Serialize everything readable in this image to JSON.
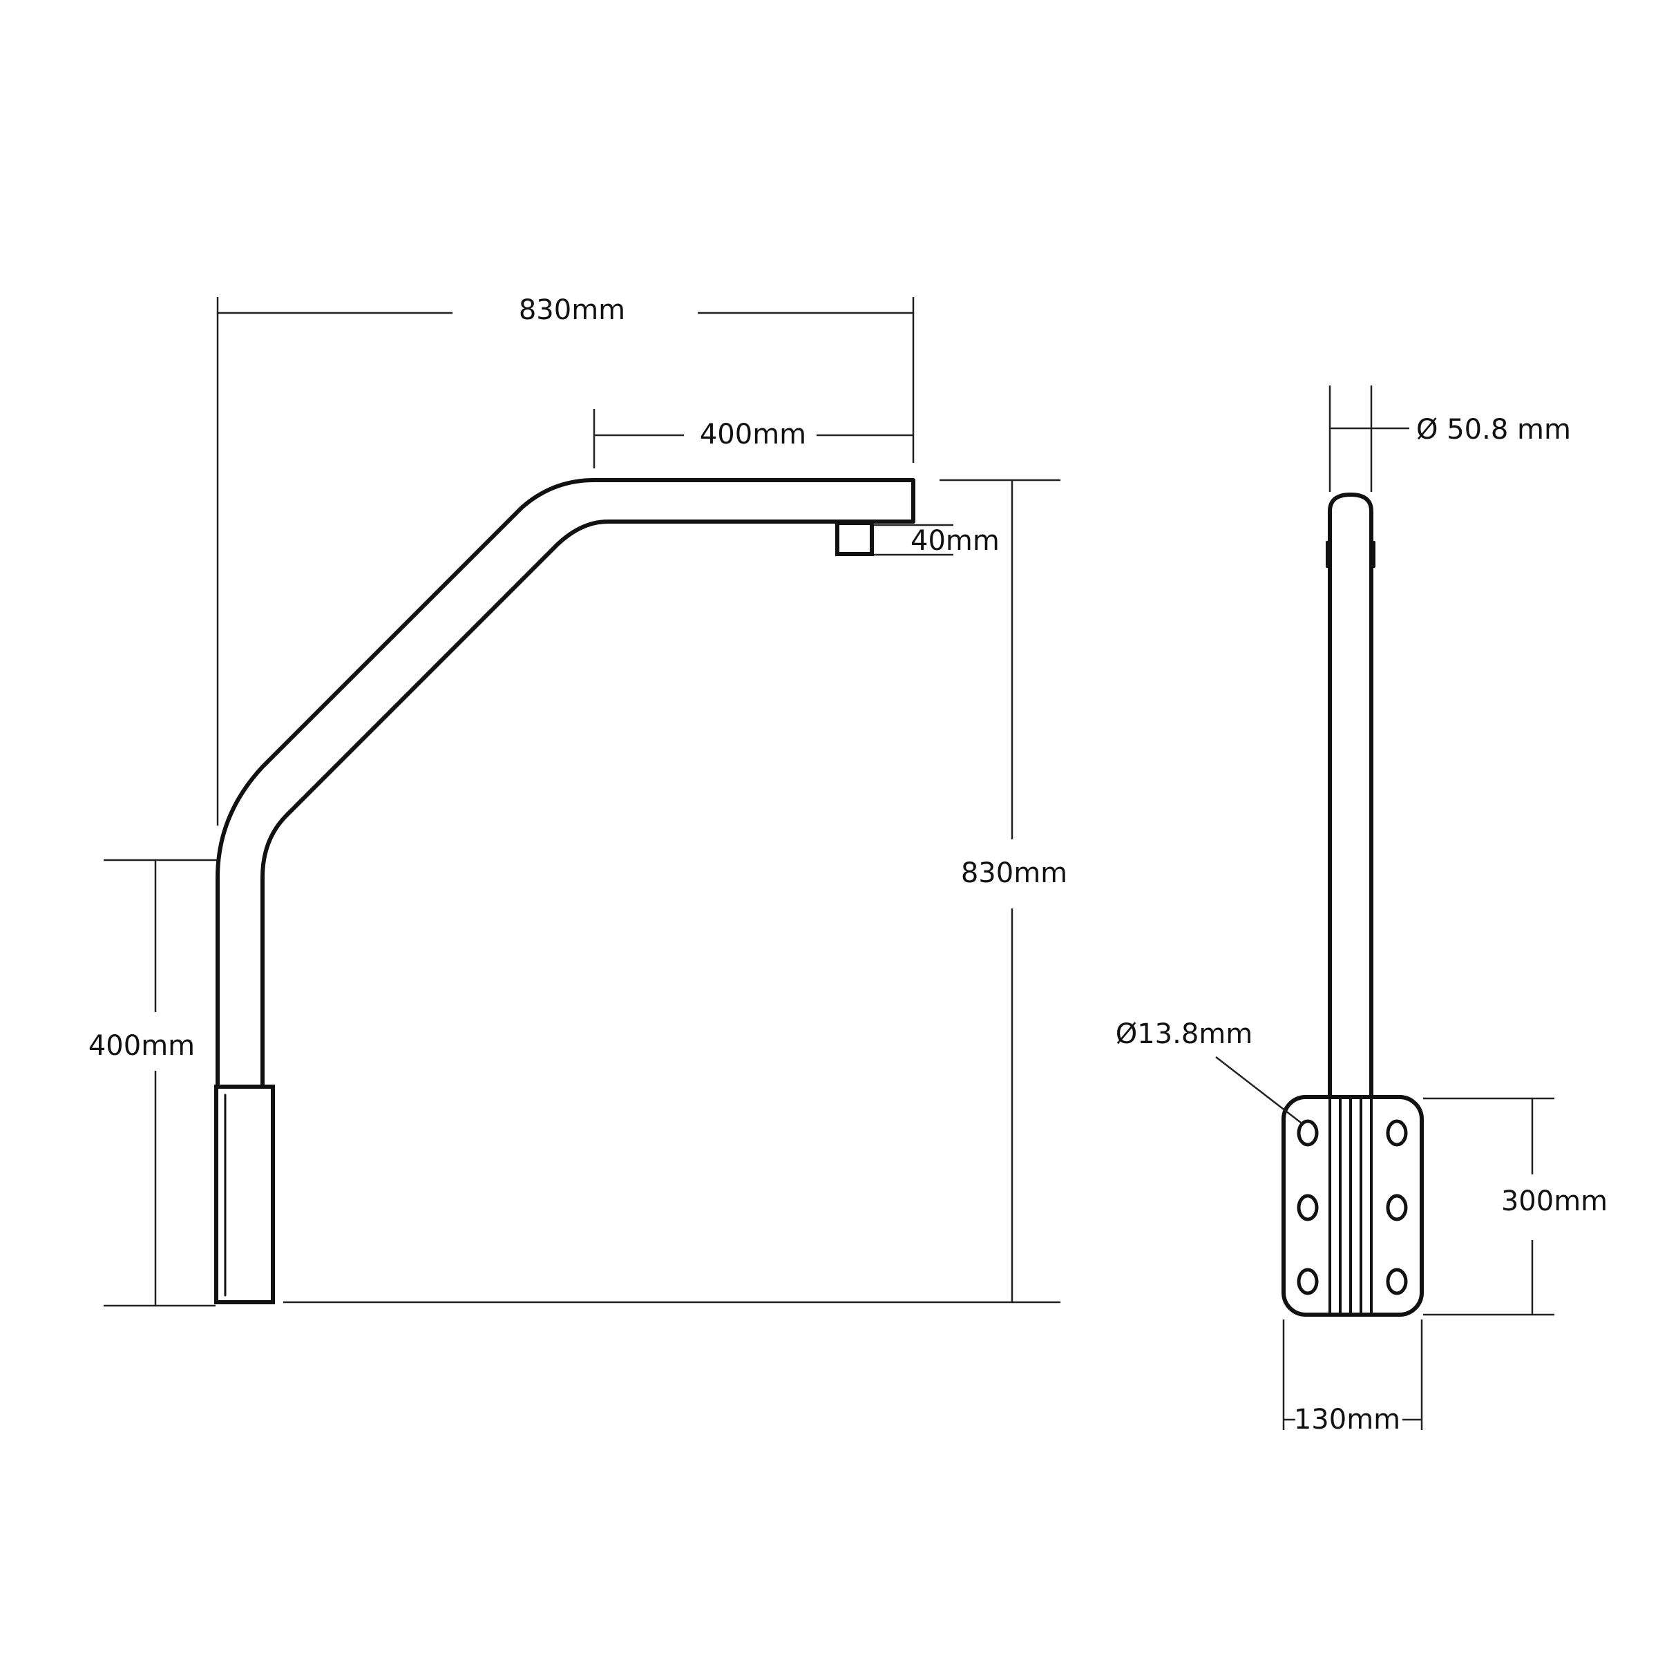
{
  "side_view": {
    "overall_width_label": "830mm",
    "arm_length_label": "400mm",
    "stub_label": "40mm",
    "overall_height_label": "830mm",
    "mount_height_label": "400mm"
  },
  "front_view": {
    "pipe_diameter_label": "Ø 50.8 mm",
    "hole_diameter_label": "Ø13.8mm",
    "plate_height_label": "300mm",
    "plate_width_label": "130mm"
  },
  "colors": {
    "line": "#111111",
    "background": "#ffffff"
  }
}
